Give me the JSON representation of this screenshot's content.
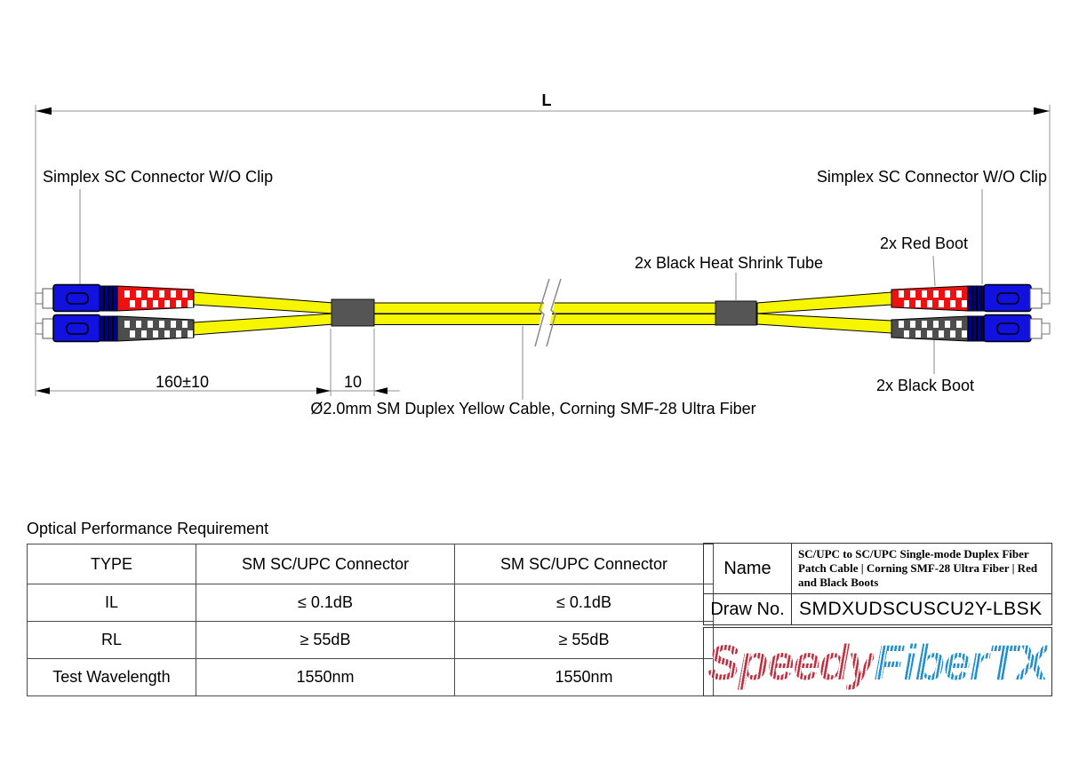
{
  "drawing": {
    "length_dim_label": "L",
    "left_dim_label": "160±10",
    "breakout_dim_label": "10",
    "left_connector_label": "Simplex SC Connector W/O Clip",
    "right_connector_label": "Simplex SC Connector W/O Clip",
    "heat_shrink_label": "2x Black Heat Shrink Tube",
    "red_boot_label": "2x Red Boot",
    "black_boot_label": "2x Black Boot",
    "cable_label": "Ø2.0mm SM Duplex Yellow Cable, Corning SMF-28 Ultra Fiber",
    "colors": {
      "connector_blue": "#1111e0",
      "connector_dark_blue": "#000090",
      "boot_red": "#ee1111",
      "boot_black": "#4d4d4d",
      "cable_yellow": "#f6f600",
      "block_gray": "#555555"
    }
  },
  "performance_table": {
    "title": "Optical Performance Requirement",
    "headers": [
      "TYPE",
      "SM SC/UPC Connector",
      "SM SC/UPC Connector"
    ],
    "rows": [
      [
        "IL",
        "≤ 0.1dB",
        "≤ 0.1dB"
      ],
      [
        "RL",
        "≥ 55dB",
        "≥ 55dB"
      ],
      [
        "Test Wavelength",
        "1550nm",
        "1550nm"
      ]
    ]
  },
  "title_block": {
    "name_label": "Name",
    "name_value": "SC/UPC to SC/UPC Single-mode Duplex Fiber Patch Cable | Corning SMF-28 Ultra Fiber | Red and Black Boots",
    "draw_no_label": "Draw No.",
    "draw_no_value": "SMDXUDSCUSCU2Y-LBSK",
    "logo_part1": "Speedy",
    "logo_part2": "FiberTX",
    "logo_color1": "#c22a3b",
    "logo_color2": "#1e8fd4"
  }
}
